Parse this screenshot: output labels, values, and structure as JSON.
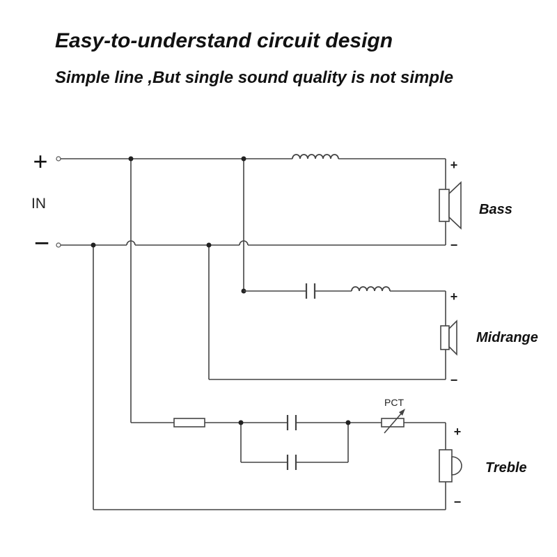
{
  "heading": {
    "title": "Easy-to-understand circuit design",
    "subtitle": "Simple line ,But single sound quality is not simple"
  },
  "input": {
    "label": "IN",
    "plus_symbol": "+",
    "minus_symbol": "−"
  },
  "speakers": {
    "bass": {
      "label": "Bass",
      "plus": "+",
      "minus": "−"
    },
    "midrange": {
      "label": "Midrange",
      "plus": "+",
      "minus": "−"
    },
    "treble": {
      "label": "Treble",
      "plus": "+",
      "minus": "−"
    }
  },
  "components": {
    "pct_label": "PCT"
  },
  "colors": {
    "wire": "#444444",
    "text": "#111111",
    "background": "#ffffff"
  }
}
